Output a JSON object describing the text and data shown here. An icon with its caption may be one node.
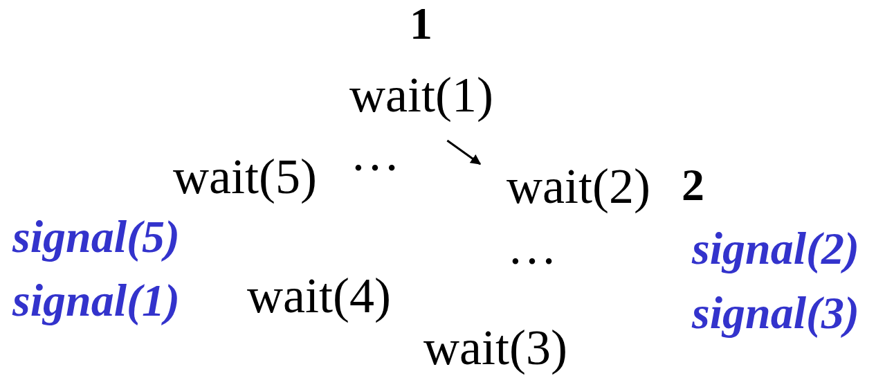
{
  "diagram": {
    "nodes": [
      {
        "text": [
          "wait(1)"
        ]
      },
      {
        "text": [
          "wait(5)"
        ]
      },
      {
        "text": [
          "wait(2)"
        ]
      },
      {
        "text": [
          "wait(4)"
        ]
      },
      {
        "text": [
          "wait(3)"
        ]
      }
    ],
    "edges": [
      {
        "from": 0,
        "to": 2,
        "arrow": "to"
      }
    ],
    "labels": [
      "1",
      "…",
      "2",
      "signal(5)",
      "…",
      "signal(2)",
      "signal(1)",
      "signal(3)"
    ]
  }
}
